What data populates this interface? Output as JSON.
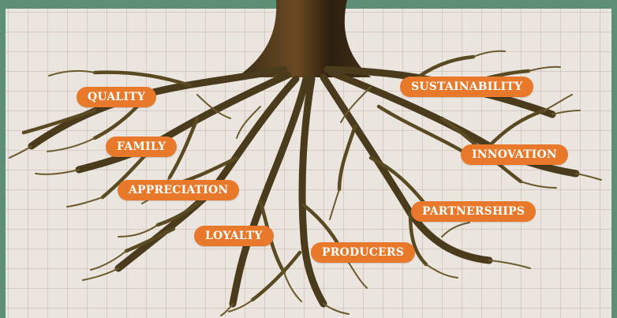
{
  "labels": {
    "quality": "QUALITY",
    "family": "FAMILY",
    "appreciation": "APPRECIATION",
    "loyalty": "LOYALTY",
    "producers": "PRODUCERS",
    "sustainability": "SUSTAINABILITY",
    "innovation": "INNOVATION",
    "partnerships": "PARTNERSHIPS"
  },
  "colors": {
    "border": "#5c8f76",
    "background": "#ebe5e0",
    "label": "#e8792b",
    "root_dark": "#2e2414",
    "root_light": "#6f5f2c"
  }
}
